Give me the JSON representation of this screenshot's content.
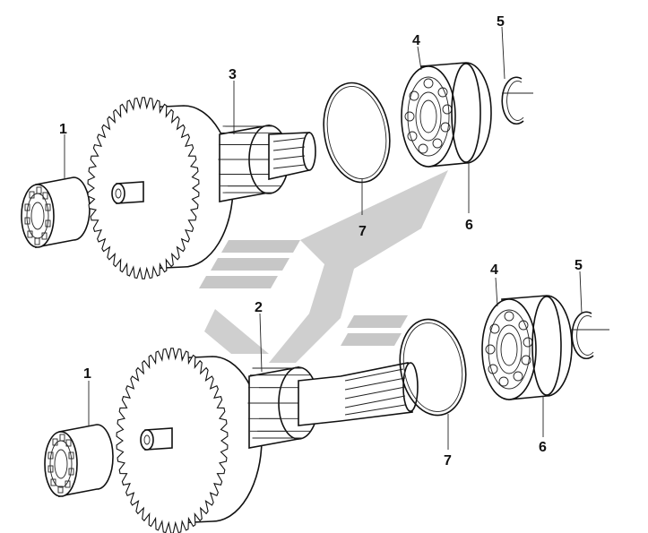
{
  "callouts": {
    "upper": {
      "p1": "1",
      "p3": "3",
      "p4": "4",
      "p5": "5",
      "p6": "6",
      "p7": "7"
    },
    "lower": {
      "p1": "1",
      "p2": "2",
      "p4": "4",
      "p5": "5",
      "p6": "6",
      "p7": "7"
    }
  },
  "colors": {
    "line": "#111111",
    "watermark": "#9a9a9a",
    "background": "#ffffff"
  }
}
